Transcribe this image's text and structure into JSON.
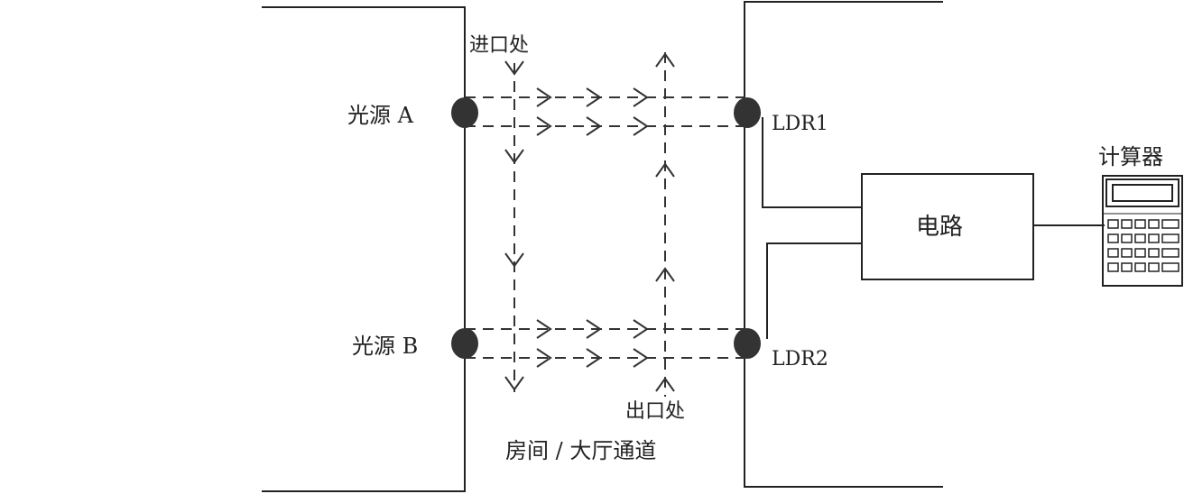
{
  "labels": {
    "source_a": "光源 A",
    "source_b": "光源 B",
    "ldr1": "LDR1",
    "ldr2": "LDR2",
    "entrance": "进口处",
    "exit": "出口处",
    "corridor": "房间 / 大厅通道",
    "circuit": "电路",
    "calculator": "计算器"
  }
}
